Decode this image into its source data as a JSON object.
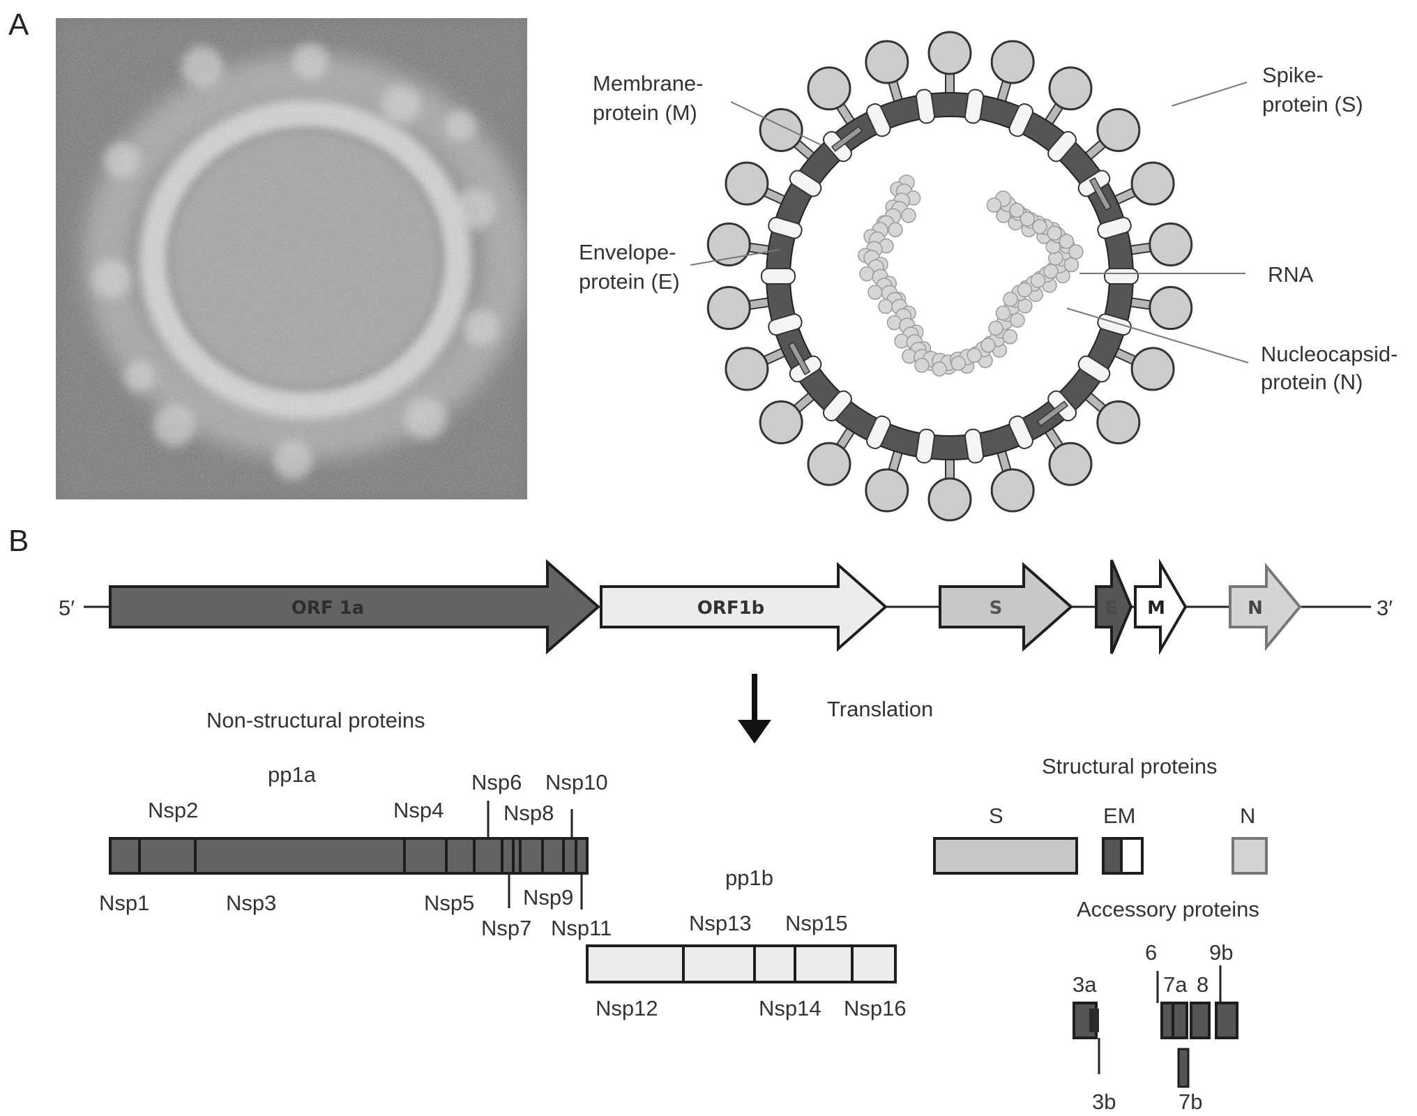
{
  "panels": {
    "a": "A",
    "b": "B"
  },
  "virion_labels": {
    "membrane": [
      "Membrane-",
      "protein (M)"
    ],
    "envelope": [
      "Envelope-",
      "protein (E)"
    ],
    "spike": [
      "Spike-",
      "protein (S)"
    ],
    "rna": "RNA",
    "nucleocapsid": [
      "Nucleocapsid-",
      "protein (N)"
    ]
  },
  "genome": {
    "five_prime": "5′",
    "three_prime": "3′",
    "genes": [
      {
        "label": "ORF 1a",
        "color": "#636363"
      },
      {
        "label": "ORF1b",
        "color": "#ececec"
      },
      {
        "label": "S",
        "color": "#c8c8c8"
      },
      {
        "label": "E",
        "color": "#555555"
      },
      {
        "label": "M",
        "color": "#ffffff"
      },
      {
        "label": "N",
        "color": "#d4d4d4"
      }
    ]
  },
  "translation": "Translation",
  "nonstructural": {
    "heading": "Non-structural proteins",
    "pp1a": "pp1a",
    "pp1b": "pp1b",
    "nsp_above": [
      "Nsp2",
      "Nsp4",
      "Nsp6",
      "Nsp8",
      "Nsp10"
    ],
    "nsp_below": [
      "Nsp1",
      "Nsp3",
      "Nsp5",
      "Nsp9",
      "Nsp7",
      "Nsp11"
    ],
    "pp1b_above": [
      "Nsp13",
      "Nsp15"
    ],
    "pp1b_below": [
      "Nsp12",
      "Nsp14",
      "Nsp16"
    ]
  },
  "structural": {
    "heading": "Structural proteins",
    "labels": [
      "S",
      "EM",
      "N"
    ]
  },
  "accessory": {
    "heading": "Accessory proteins",
    "labels": [
      "3a",
      "6",
      "7a",
      "8",
      "9b",
      "3b",
      "7b"
    ]
  },
  "colors": {
    "dark": "#636363",
    "light": "#ececec",
    "mid": "#c8c8c8",
    "em_photo_bg": "#6e6e6e"
  }
}
